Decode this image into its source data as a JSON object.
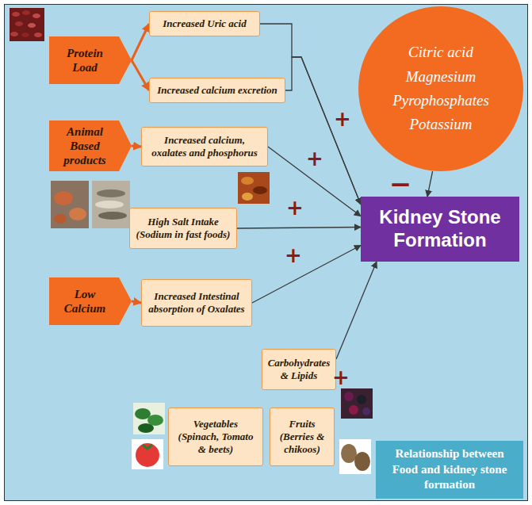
{
  "diagram": {
    "nodes": [
      {
        "text": [
          "Protein Load"
        ]
      },
      {
        "text": [
          "Increased Uric acid"
        ]
      },
      {
        "text": [
          "Increased calcium excretion"
        ]
      },
      {
        "text": [
          "Citric acid Magnesium Pyrophosphates Potassium"
        ]
      },
      {
        "text": [
          "Animal Based products"
        ]
      },
      {
        "text": [
          "Increased calcium, oxalates and phosphorus"
        ]
      },
      {
        "text": [
          "High Salt Intake (Sodium in fast foods)"
        ]
      },
      {
        "text": [
          "Kidney Stone Formation"
        ]
      },
      {
        "text": [
          "Low Calcium"
        ]
      },
      {
        "text": [
          "Increased Intestinal absorption of Oxalates"
        ]
      },
      {
        "text": [
          "Carbohydrates & Lipids"
        ]
      },
      {
        "text": [
          "Vegetables (Spinach, Tomato & beets)"
        ]
      },
      {
        "text": [
          "Fruits (Berries & chikoos)"
        ]
      },
      {
        "text": [
          "Relationship between Food and kidney stone formation"
        ]
      }
    ],
    "edges": [
      {
        "from": 0,
        "to": 1,
        "arrow": "to"
      },
      {
        "from": 0,
        "to": 2,
        "arrow": "to"
      },
      {
        "from": 4,
        "to": 5,
        "arrow": "to"
      },
      {
        "from": 8,
        "to": 9,
        "arrow": "to"
      },
      {
        "from": 1,
        "to": 7,
        "arrow": "to"
      },
      {
        "from": 2,
        "to": 7,
        "arrow": "to"
      },
      {
        "from": 5,
        "to": 7,
        "arrow": "to"
      },
      {
        "from": 6,
        "to": 7,
        "arrow": "to"
      },
      {
        "from": 9,
        "to": 7,
        "arrow": "to"
      },
      {
        "from": 10,
        "to": 7,
        "arrow": "to"
      },
      {
        "from": 3,
        "to": 7,
        "arrow": "to"
      }
    ],
    "labels": [
      "+",
      "+",
      "+",
      "+",
      "+",
      "−"
    ]
  }
}
